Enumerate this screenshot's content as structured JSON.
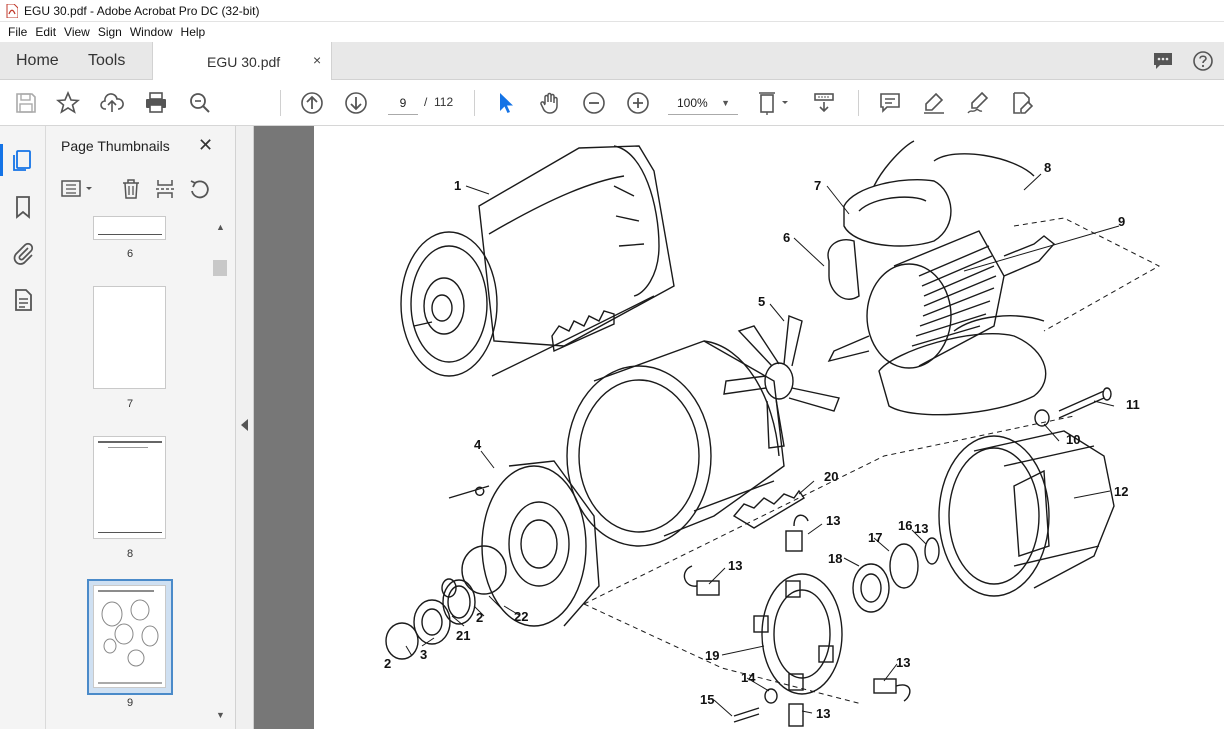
{
  "window": {
    "title": "EGU 30.pdf - Adobe Acrobat Pro DC (32-bit)"
  },
  "menu": {
    "items": [
      "File",
      "Edit",
      "View",
      "Sign",
      "Window",
      "Help"
    ]
  },
  "tabs": {
    "home": "Home",
    "tools": "Tools",
    "document": "EGU 30.pdf",
    "close": "×"
  },
  "toolbar": {
    "current_page": "9",
    "page_separator": "/",
    "total_pages": "112",
    "zoom": "100%",
    "icons": [
      "save-icon",
      "bookmark-star-icon",
      "upload-icon",
      "print-icon",
      "find-zoom-icon",
      "page-up-icon",
      "page-down-icon",
      "select-cursor-icon",
      "hand-icon",
      "zoom-out-icon",
      "zoom-in-icon",
      "page-fit-icon",
      "scroll-mode-icon",
      "comment-icon",
      "highlight-icon",
      "sign-icon",
      "edit-pdf-icon"
    ]
  },
  "left_rail": {
    "icons": [
      "pages-icon",
      "bookmark-icon",
      "attachment-icon",
      "document-icon"
    ]
  },
  "thumbnail_panel": {
    "title": "Page Thumbnails",
    "close": "✕",
    "pages": [
      {
        "label": "6"
      },
      {
        "label": "7"
      },
      {
        "label": "8"
      },
      {
        "label": "9",
        "selected": true
      }
    ]
  },
  "document": {
    "callouts": [
      "1",
      "2",
      "2",
      "3",
      "4",
      "5",
      "6",
      "7",
      "8",
      "9",
      "10",
      "11",
      "12",
      "13",
      "13",
      "13",
      "13",
      "13",
      "14",
      "15",
      "16",
      "17",
      "18",
      "19",
      "20",
      "21",
      "22"
    ]
  },
  "colors": {
    "accent": "#1473e6",
    "doc_background": "#777777",
    "tab_bar": "#e8e8e8"
  }
}
